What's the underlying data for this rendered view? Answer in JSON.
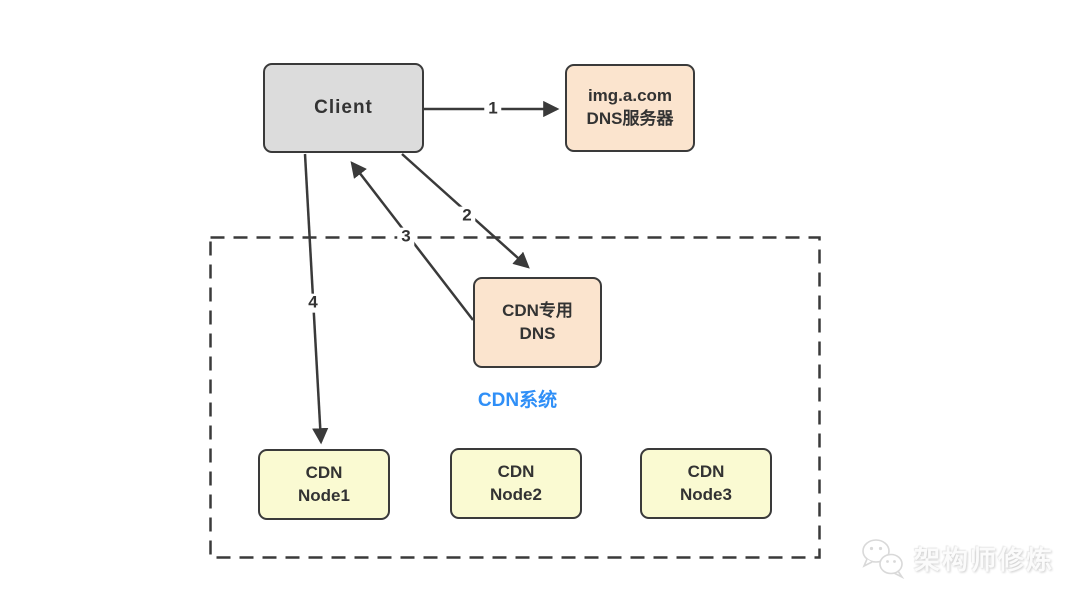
{
  "diagram": {
    "title_implicit": "CDN DNS resolution flow",
    "nodes": {
      "client": {
        "label": "Client"
      },
      "origin_dns": {
        "line1": "img.a.com",
        "line2": "DNS服务器"
      },
      "cdn_dns": {
        "line1": "CDN专用",
        "line2": "DNS"
      },
      "cdn_node1": {
        "line1": "CDN",
        "line2": "Node1"
      },
      "cdn_node2": {
        "line1": "CDN",
        "line2": "Node2"
      },
      "cdn_node3": {
        "line1": "CDN",
        "line2": "Node3"
      }
    },
    "container": {
      "label": "CDN系统"
    },
    "arrows": [
      {
        "label": "1",
        "from": "client",
        "to": "origin_dns"
      },
      {
        "label": "2",
        "from": "client",
        "to": "cdn_dns"
      },
      {
        "label": "3",
        "from": "cdn_dns",
        "to": "client"
      },
      {
        "label": "4",
        "from": "client",
        "to": "cdn_node1"
      }
    ],
    "colors": {
      "client_fill": "#dcdcdc",
      "dns_fill": "#fbe4ce",
      "node_fill": "#fafad2",
      "stroke": "#3a3a3a",
      "cdn_system_text": "#2f8ff7",
      "background": "#ffffff"
    }
  },
  "watermark": {
    "icon": "wechat-icon",
    "text": "架构师修炼"
  }
}
